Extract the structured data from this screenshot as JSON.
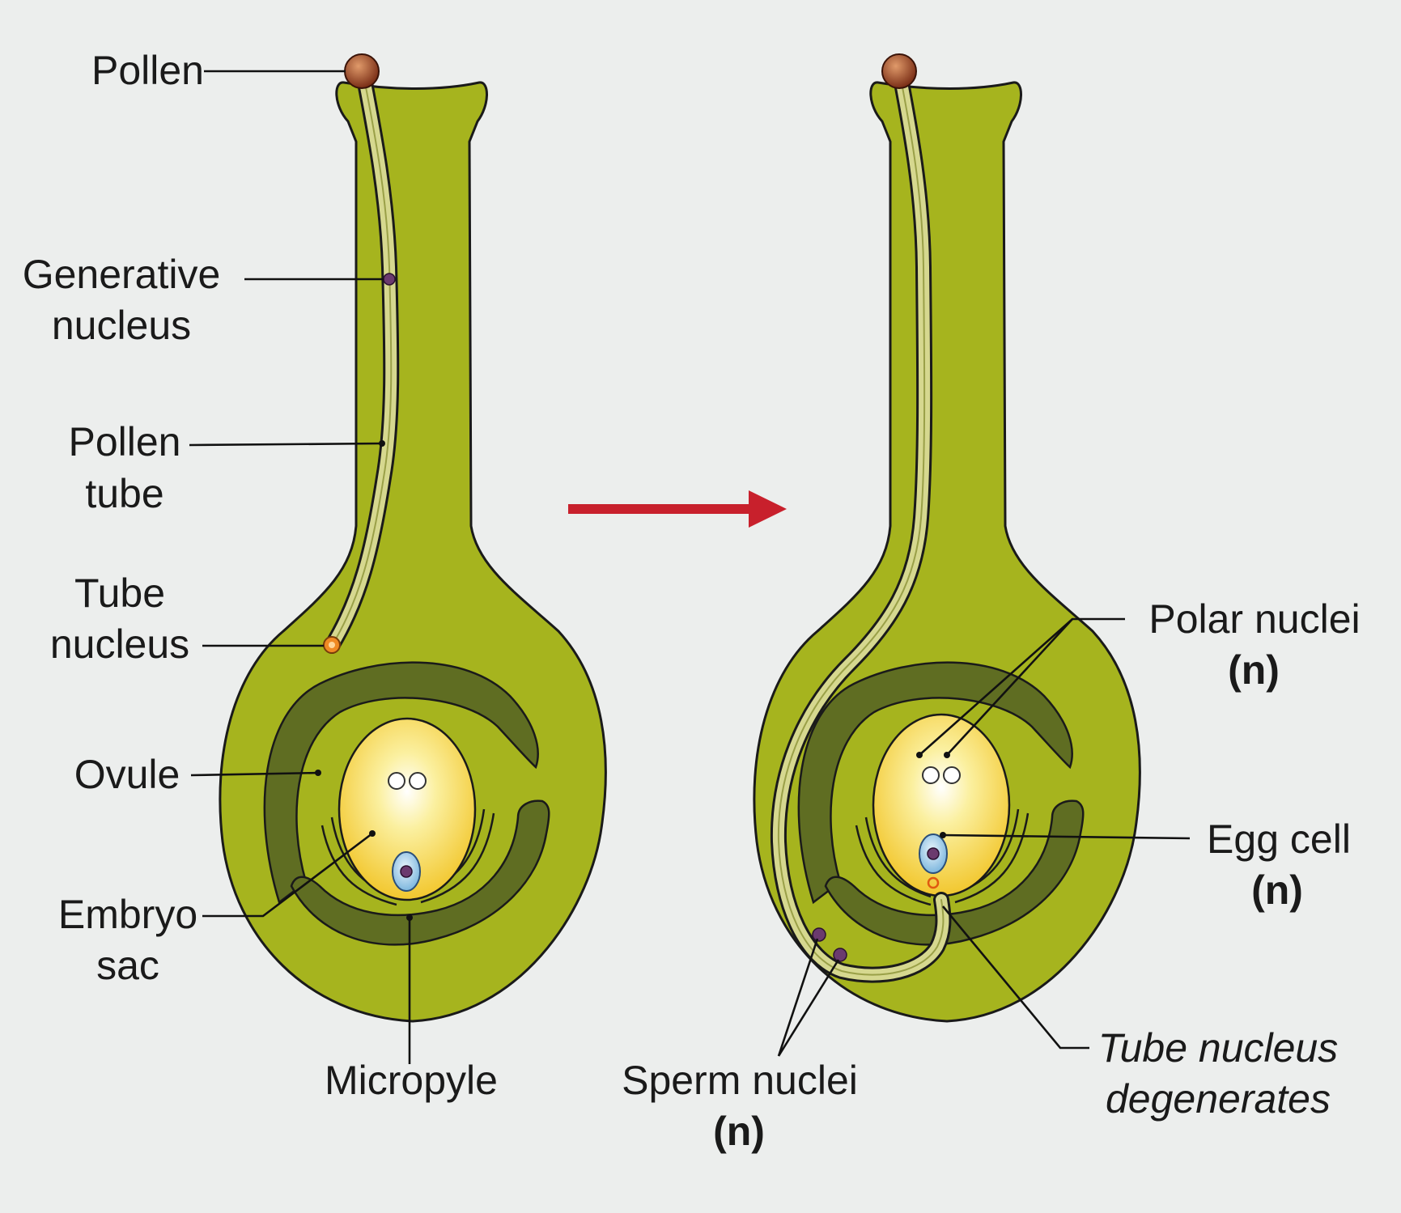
{
  "labels": {
    "pollen": "Pollen",
    "generative_1": "Generative",
    "generative_2": "nucleus",
    "pollen_tube_1": "Pollen",
    "pollen_tube_2": "tube",
    "tube_nucleus_1": "Tube",
    "tube_nucleus_2": "nucleus",
    "ovule": "Ovule",
    "embryo_sac_1": "Embryo",
    "embryo_sac_2": "sac",
    "micropyle": "Micropyle",
    "polar_nuclei_1": "Polar nuclei",
    "polar_nuclei_2": "(n)",
    "egg_cell_1": "Egg cell",
    "egg_cell_2": "(n)",
    "sperm_nuclei_1": "Sperm nuclei",
    "sperm_nuclei_2": "(n)",
    "tube_degenerates_1": "Tube nucleus",
    "tube_degenerates_2": "degenerates"
  },
  "colors": {
    "background": "#eceeed",
    "pistil": "#a6b41e",
    "ovule_wall": "#5f6d22",
    "embryo_sac": "#f6d548",
    "pollen_tube": "#d6d88f",
    "pollen_grain": "#8a3a20",
    "egg_cell": "#9ccbe8",
    "tube_nucleus": "#f08a24",
    "arrow": "#c8202c",
    "nucleus": "#6b3a6e"
  }
}
